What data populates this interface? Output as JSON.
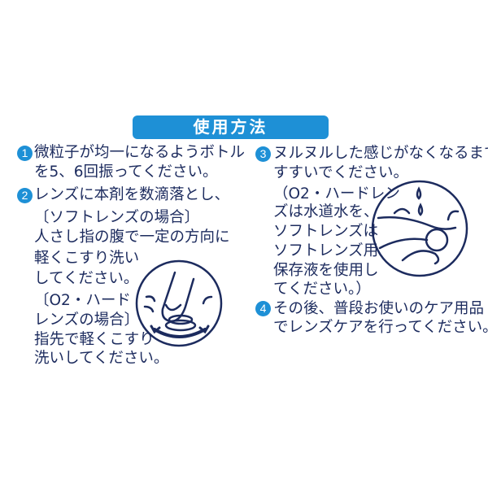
{
  "title": "使用方法",
  "colors": {
    "accent": "#1e90d6",
    "text": "#1c2b5e"
  },
  "steps": [
    {
      "number": "1",
      "lines": [
        "微粒子が均一になるようボトル",
        "を5、6回振ってください。"
      ]
    },
    {
      "number": "2",
      "lines": [
        "レンズに本剤を数滴落とし、",
        "〔ソフトレンズの場合〕",
        "人さし指の腹で一定の方向に",
        "軽くこすり洗い",
        "してください。",
        "〔O2・ハード",
        "レンズの場合〕",
        "指先で軽くこすり",
        "洗いしてください。"
      ]
    },
    {
      "number": "3",
      "lines": [
        "ヌルヌルした感じがなくなるまで",
        "すすいでください。",
        "（O2・ハードレン",
        "ズは水道水を、",
        "ソフトレンズは",
        "ソフトレンズ用",
        "保存液を使用し",
        "てください。）"
      ]
    },
    {
      "number": "4",
      "lines": [
        "その後、普段お使いのケア用品",
        "でレンズケアを行ってください。"
      ]
    }
  ],
  "icons": [
    "rub-lens-illustration",
    "rinse-lens-illustration"
  ]
}
